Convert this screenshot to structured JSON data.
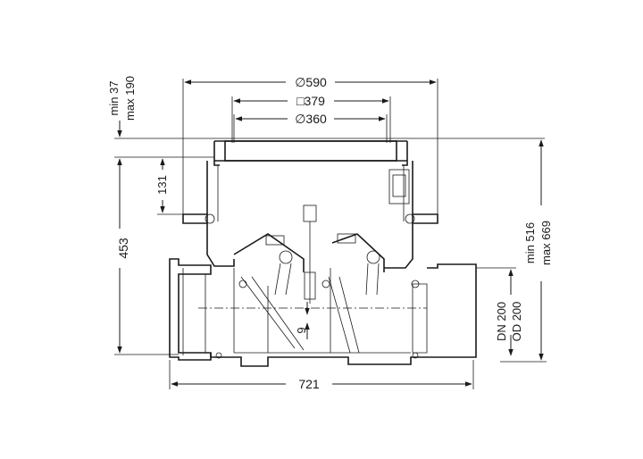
{
  "dimensions": {
    "dia_outer": "590",
    "square": "379",
    "dia_inner": "360",
    "height_top_min": "min 37",
    "height_top_max": "max 190",
    "height_total_min": "min 516",
    "height_total_max": "max 669",
    "height_body": "453",
    "height_frame": "131",
    "offset": "9",
    "width": "721",
    "pipe_dn": "DN 200",
    "pipe_od": "OD 200"
  },
  "symbols": {
    "diameter": "∅",
    "square": "□"
  }
}
